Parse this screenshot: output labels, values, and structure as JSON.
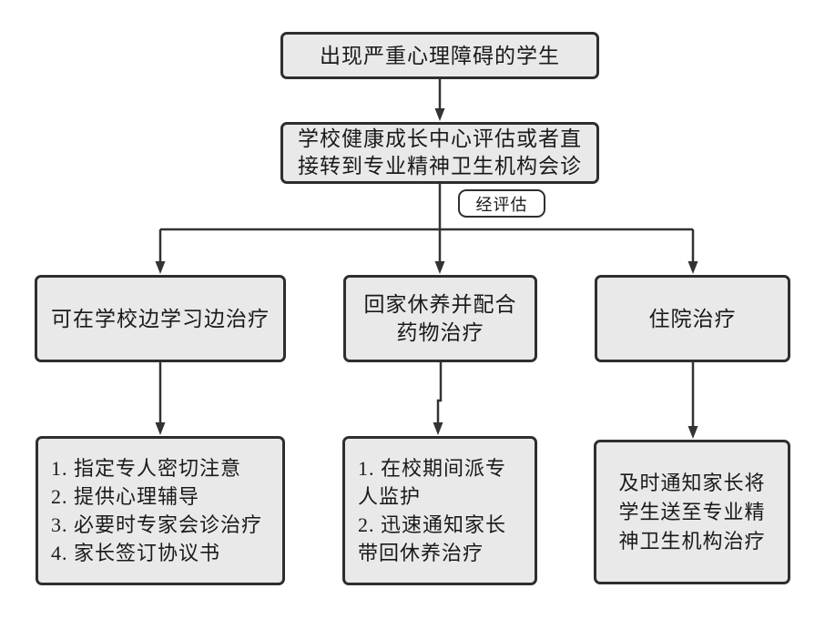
{
  "diagram": {
    "colors": {
      "node_fill": "#e9e9e9",
      "node_border": "#2e2e2e",
      "connector": "#333333",
      "label_fill": "#ffffff",
      "text": "#1a1a1a",
      "background": "#ffffff"
    },
    "nodes": {
      "start": {
        "text": "出现严重心理障碍的学生"
      },
      "assessment": {
        "text": "学校健康成长中心评估或者直\n接转到专业精神卫生机构会诊"
      },
      "option_school": {
        "text": "可在学校边学习边治疗"
      },
      "option_home": {
        "text": "回家休养并配合\n药物治疗"
      },
      "option_hospital": {
        "text": "住院治疗"
      },
      "detail_school": {
        "text": "1. 指定专人密切注意\n2. 提供心理辅导\n3. 必要时专家会诊治疗\n4. 家长签订协议书"
      },
      "detail_home": {
        "text": "1. 在校期间派专\n人监护\n2. 迅速通知家长\n带回休养治疗"
      },
      "detail_hospital": {
        "text": "及时通知家长将\n学生送至专业精\n神卫生机构治疗"
      }
    },
    "edge_label": {
      "text": "经评估"
    }
  }
}
